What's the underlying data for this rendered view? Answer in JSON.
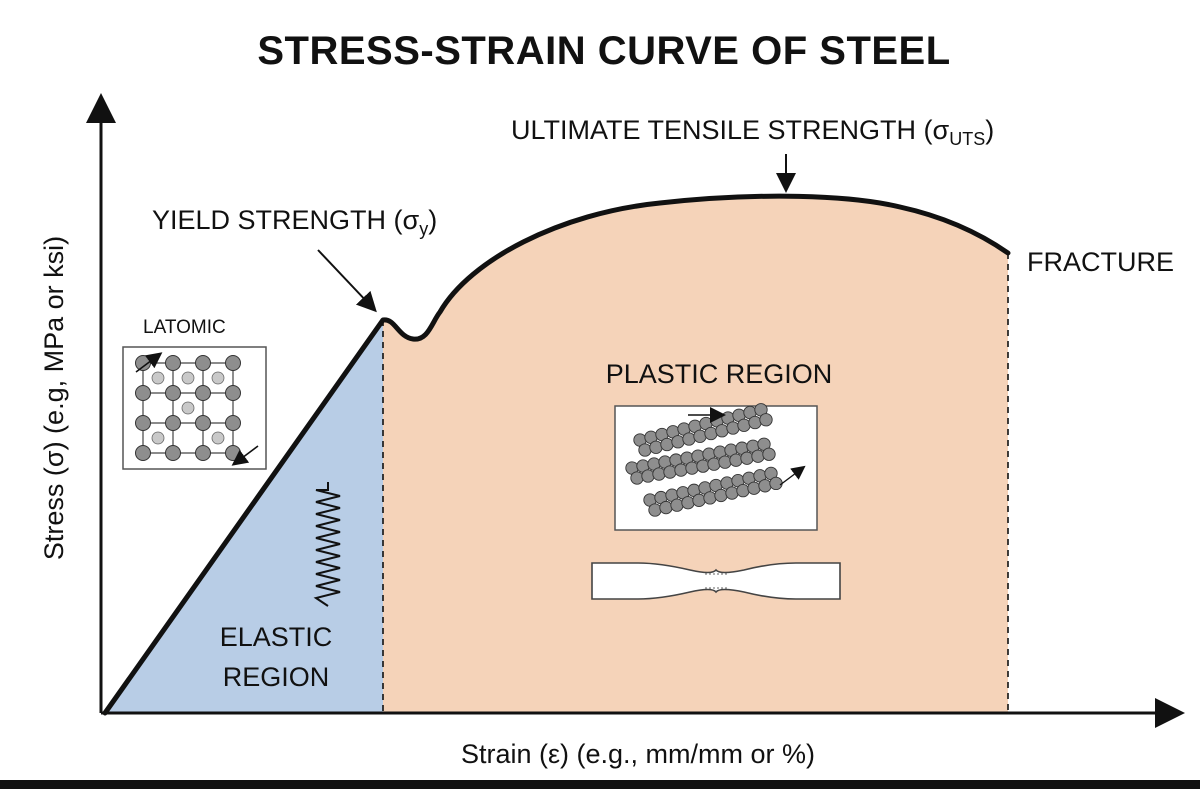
{
  "diagram": {
    "title": "STRESS-STRAIN CURVE OF STEEL",
    "y_axis_label": "Stress (σ) (e.g, MPa or ksi)",
    "x_axis_label": "Strain (ε) (e.g., mm/mm or %)",
    "annotations": {
      "yield": {
        "text": "YIELD STRENGTH (σ",
        "sub": "y",
        "close": ")"
      },
      "uts": {
        "text": "ULTIMATE TENSILE STRENGTH (σ",
        "sub": "UTS",
        "close": ")"
      },
      "fracture": "FRACTURE"
    },
    "regions": {
      "elastic_line1": "ELASTIC",
      "elastic_line2": "REGION",
      "plastic": "PLASTIC REGION"
    },
    "inset_atomic_label": "LATOMIC",
    "colors": {
      "elastic_fill": "#b8cde6",
      "plastic_fill": "#f5d3b9",
      "curve": "#111111",
      "atom": "#8e8e8e"
    },
    "icons": [
      "atomic-lattice-icon",
      "spring-icon",
      "slip-planes-icon",
      "necking-specimen-icon"
    ]
  }
}
